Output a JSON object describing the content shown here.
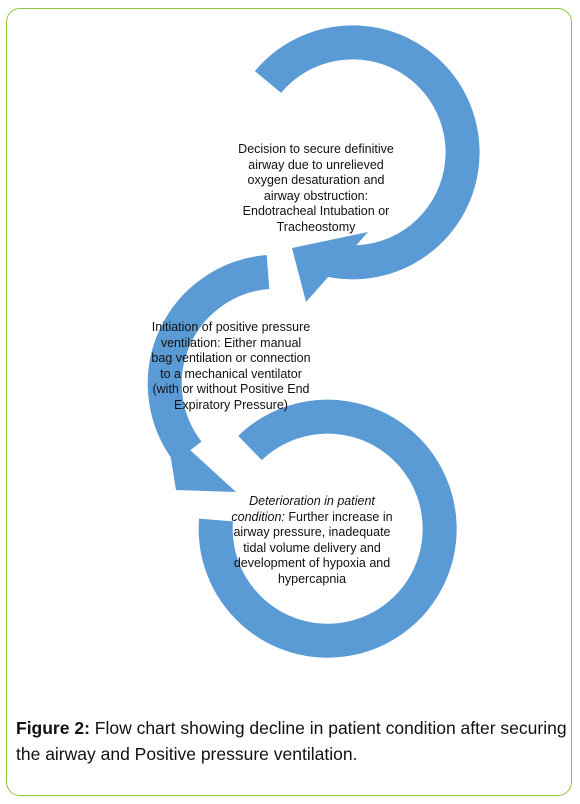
{
  "steps": [
    {
      "lines": [
        "Decision to secure definitive",
        "airway due to unrelieved",
        "oxygen desaturation and",
        "airway obstruction:",
        "Endotracheal Intubation or",
        "Tracheostomy"
      ]
    },
    {
      "lines": [
        "Initiation of positive pressure",
        "ventilation: Either manual",
        "bag ventilation or connection",
        "to a mechanical ventilator",
        "(with or without Positive End",
        "Expiratory Pressure)"
      ]
    },
    {
      "italic_lead": "Deterioration in patient",
      "italic_lead_2": "condition:",
      "lines_after": " Further increase in",
      "lines": [
        "airway pressure, inadequate",
        "tidal volume delivery and",
        "development of hypoxia and",
        "hypercapnia"
      ]
    }
  ],
  "caption": {
    "label": "Figure 2:",
    "text": " Flow chart showing decline in patient condition after securing the airway and Positive pressure ventilation."
  },
  "colors": {
    "frame_border": "#8dc63f",
    "arrow_fill": "#5b9bd5"
  }
}
